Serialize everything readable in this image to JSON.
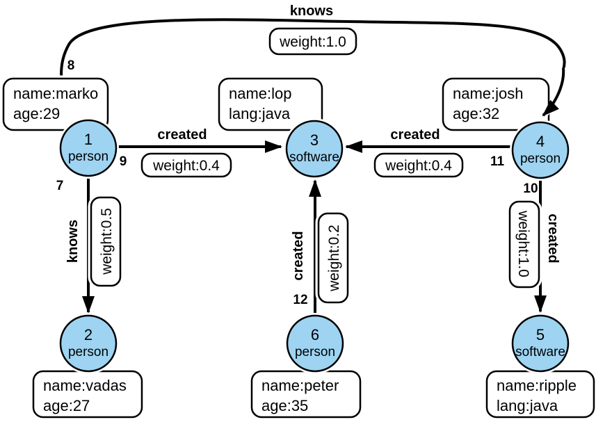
{
  "graph": {
    "colors": {
      "vertex_fill": "#9ED4F2",
      "edge": "#000000",
      "box_fill": "#FFFFFF"
    },
    "vertices": [
      {
        "id": "1",
        "label": "person",
        "props": [
          "name:marko",
          "age:29"
        ]
      },
      {
        "id": "2",
        "label": "person",
        "props": [
          "name:vadas",
          "age:27"
        ]
      },
      {
        "id": "3",
        "label": "software",
        "props": [
          "name:lop",
          "lang:java"
        ]
      },
      {
        "id": "4",
        "label": "person",
        "props": [
          "name:josh",
          "age:32"
        ]
      },
      {
        "id": "5",
        "label": "software",
        "props": [
          "name:ripple",
          "lang:java"
        ]
      },
      {
        "id": "6",
        "label": "person",
        "props": [
          "name:peter",
          "age:35"
        ]
      }
    ],
    "edges": [
      {
        "id": "7",
        "label": "knows",
        "weight": "weight:0.5",
        "from": "1",
        "to": "2"
      },
      {
        "id": "8",
        "label": "knows",
        "weight": "weight:1.0",
        "from": "1",
        "to": "4"
      },
      {
        "id": "9",
        "label": "created",
        "weight": "weight:0.4",
        "from": "1",
        "to": "3"
      },
      {
        "id": "10",
        "label": "created",
        "weight": "weight:1.0",
        "from": "4",
        "to": "5"
      },
      {
        "id": "11",
        "label": "created",
        "weight": "weight:0.4",
        "from": "4",
        "to": "3"
      },
      {
        "id": "12",
        "label": "created",
        "weight": "weight:0.2",
        "from": "6",
        "to": "3"
      }
    ]
  }
}
